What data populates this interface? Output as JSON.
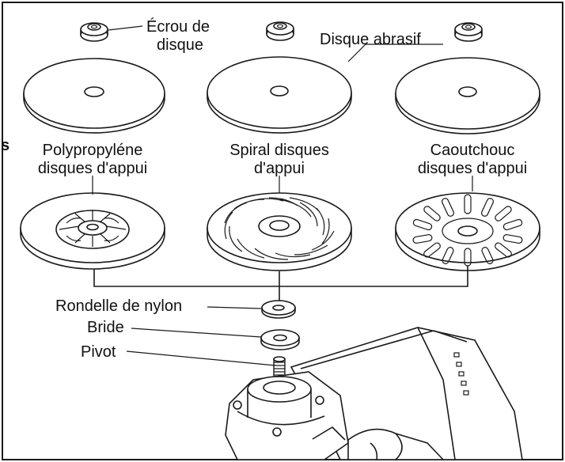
{
  "labels": {
    "nut": "Écrou de\ndisque",
    "abrasive_disc": "Disque abrasif",
    "stray_letter": "s",
    "polypropylene_pad": "Polypropyléne\ndisques d'appui",
    "spiral_pad": "Spiral disques\nd'appui",
    "rubber_pad": "Caoutchouc\ndisques d'appui",
    "nylon_washer": "Rondelle de nylon",
    "flange": "Bride",
    "spindle": "Pivot"
  },
  "icons": [
    "disc-nut-icon",
    "abrasive-disc-icon",
    "backing-pad-icon",
    "washer-icon",
    "flange-icon",
    "spindle-icon",
    "angle-grinder-icon"
  ]
}
